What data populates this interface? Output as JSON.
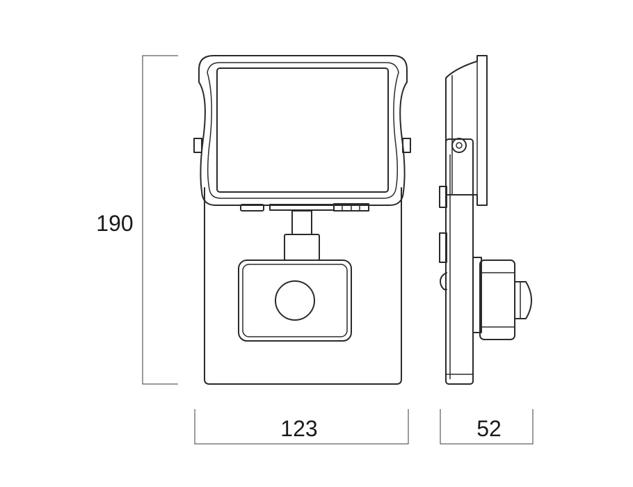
{
  "dimensions": {
    "height": "190",
    "width": "123",
    "depth": "52"
  }
}
